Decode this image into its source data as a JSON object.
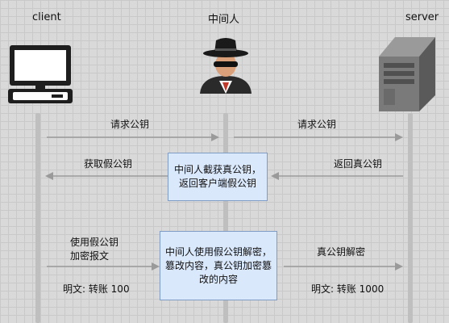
{
  "actors": {
    "client": "client",
    "mitm": "中间人",
    "server": "server"
  },
  "icons": {
    "client": "computer-monitor-icon",
    "mitm": "hacker-spy-icon",
    "server": "server-tower-icon"
  },
  "messages": {
    "req1": "请求公钥",
    "req2": "请求公钥",
    "ret_server": "返回真公钥",
    "ret_client": "获取假公钥",
    "mitm_box1": "中间人截获真公钥，返回客户端假公钥",
    "client_send_line1": "使用假公钥",
    "client_send_line2": "加密报文",
    "client_plain": "明文: 转账 100",
    "mitm_box2": "中间人使用假公钥解密，篡改内容，真公钥加密篡改的内容",
    "server_decrypt": "真公钥解密",
    "server_plain": "明文: 转账 1000"
  },
  "colors": {
    "background": "#d9d9d9",
    "lifeline": "#bfbfbf",
    "box_fill": "#dae8fc",
    "box_border": "#7e9cc6",
    "arrow": "#9a9a9a"
  }
}
